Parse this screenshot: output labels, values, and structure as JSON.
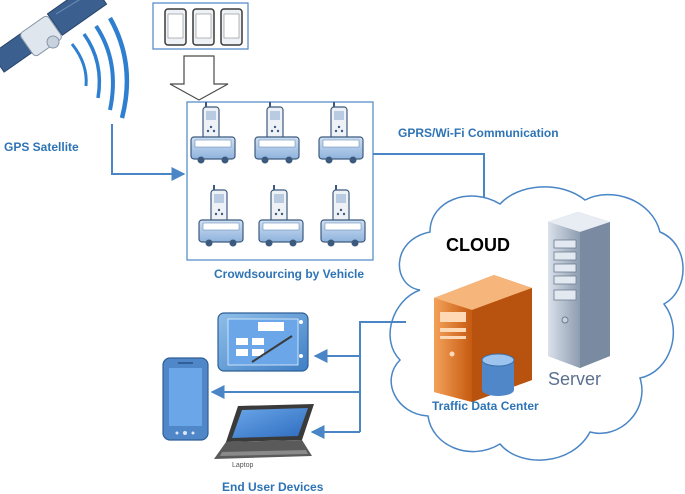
{
  "labels": {
    "gps_satellite": "GPS Satellite",
    "gprs_wifi": "GPRS/Wi-Fi Communication",
    "crowdsourcing": "Crowdsourcing by Vehicle",
    "cloud": "CLOUD",
    "server": "Server",
    "traffic_data_center": "Traffic Data Center",
    "laptop": "Laptop",
    "end_user_devices": "End User Devices"
  },
  "colors": {
    "label_blue": "#2e74b5",
    "arrow_blue": "#4a86c5",
    "bus_blue": "#5b9bd5",
    "datacenter_orange": "#d86a1c",
    "server_gray": "#a9b6c6"
  },
  "icons": [
    "satellite-icon",
    "phone-icon",
    "bus-icon",
    "tablet-icon",
    "laptop-icon",
    "server-icon",
    "cloud-icon",
    "database-icon"
  ]
}
